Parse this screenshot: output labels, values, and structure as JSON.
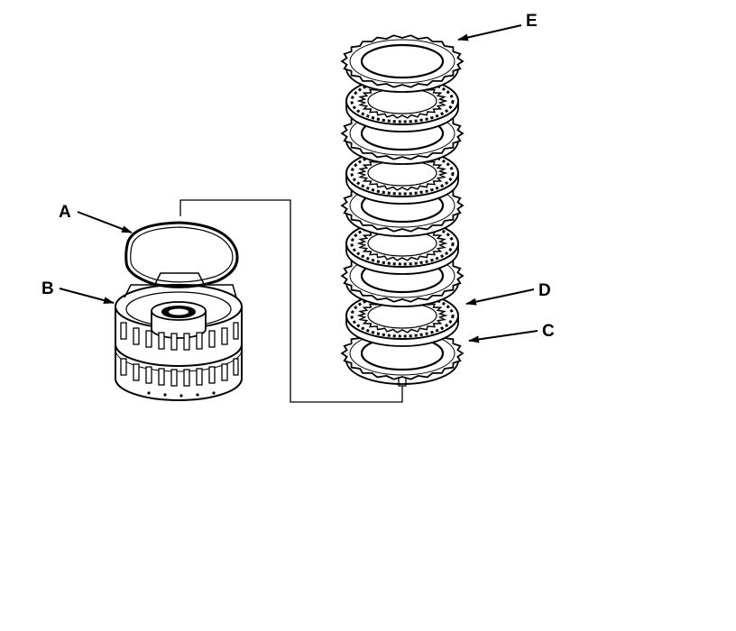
{
  "labels": {
    "a": "A",
    "b": "B",
    "c": "C",
    "d": "D",
    "e": "E"
  },
  "colors": {
    "ink": "#000000",
    "background": "#ffffff"
  }
}
